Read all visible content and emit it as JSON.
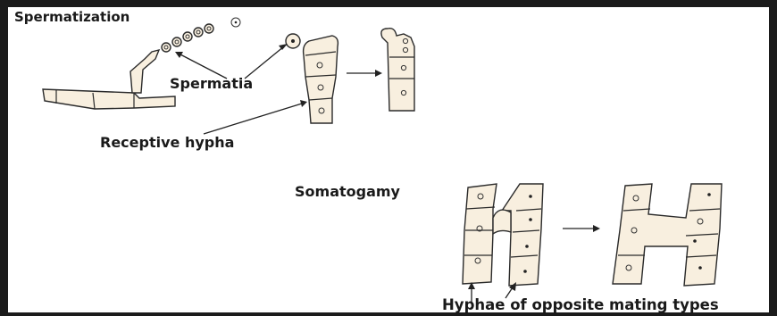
{
  "labels": {
    "spermatization": "Spermatization",
    "spermatia": "Spermatia",
    "receptive_hypha": "Receptive hypha",
    "somatogamy": "Somatogamy",
    "hyphae_opposite": "Hyphae of opposite mating types"
  },
  "colors": {
    "hypha_fill": "#f8efdf",
    "outline": "#2a2a2a",
    "frame_dark": "#1b1b1b",
    "background": "#ffffff"
  }
}
